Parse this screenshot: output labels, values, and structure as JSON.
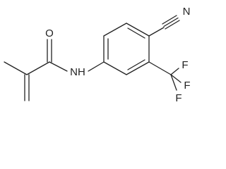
{
  "diagram": {
    "atom_labels": {
      "oxygen": "O",
      "nitrogen": "N",
      "amide_nh": "NH",
      "fluorine_1": "F",
      "fluorine_2": "F",
      "fluorine_3": "F"
    },
    "colors": {
      "bond": "#222222",
      "text": "#222222",
      "background": "#ffffff"
    }
  }
}
